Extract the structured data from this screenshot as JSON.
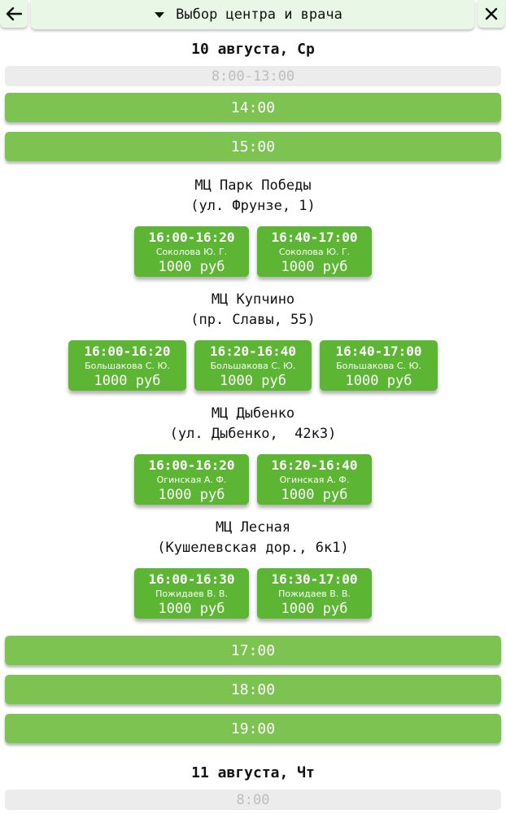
{
  "header": {
    "back_icon": "arrow-left-icon",
    "title": "Выбор центра и врача",
    "dropdown_icon": "caret-down-icon",
    "close_icon": "close-icon"
  },
  "days": [
    {
      "date": "10 августа, Ср",
      "disabled_range": "8:00-13:00",
      "hours_before": [
        "14:00",
        "15:00"
      ],
      "centers": [
        {
          "name": "МЦ Парк Победы",
          "address": "(ул. Фрунзе, 1)",
          "slots": [
            {
              "time": "16:00-16:20",
              "doctor": "Соколова Ю. Г.",
              "price": "1000 руб"
            },
            {
              "time": "16:40-17:00",
              "doctor": "Соколова Ю. Г.",
              "price": "1000 руб"
            }
          ]
        },
        {
          "name": "МЦ Купчино",
          "address": "(пр. Славы, 55)",
          "slots": [
            {
              "time": "16:00-16:20",
              "doctor": "Большакова С. Ю.",
              "price": "1000 руб"
            },
            {
              "time": "16:20-16:40",
              "doctor": "Большакова С. Ю.",
              "price": "1000 руб"
            },
            {
              "time": "16:40-17:00",
              "doctor": "Большакова С. Ю.",
              "price": "1000 руб"
            }
          ]
        },
        {
          "name": "МЦ Дыбенко",
          "address": "(ул. Дыбенко,  42к3)",
          "slots": [
            {
              "time": "16:00-16:20",
              "doctor": "Огинская А. Ф.",
              "price": "1000 руб"
            },
            {
              "time": "16:20-16:40",
              "doctor": "Огинская А. Ф.",
              "price": "1000 руб"
            }
          ]
        },
        {
          "name": "МЦ Лесная",
          "address": "(Кушелевская дор., 6к1)",
          "slots": [
            {
              "time": "16:00-16:30",
              "doctor": "Пожидаев В. В.",
              "price": "1000 руб"
            },
            {
              "time": "16:30-17:00",
              "doctor": "Пожидаев В. В.",
              "price": "1000 руб"
            }
          ]
        }
      ],
      "hours_after": [
        "17:00",
        "18:00",
        "19:00"
      ]
    },
    {
      "date": "11 августа, Чт",
      "disabled_range": "8:00"
    }
  ]
}
